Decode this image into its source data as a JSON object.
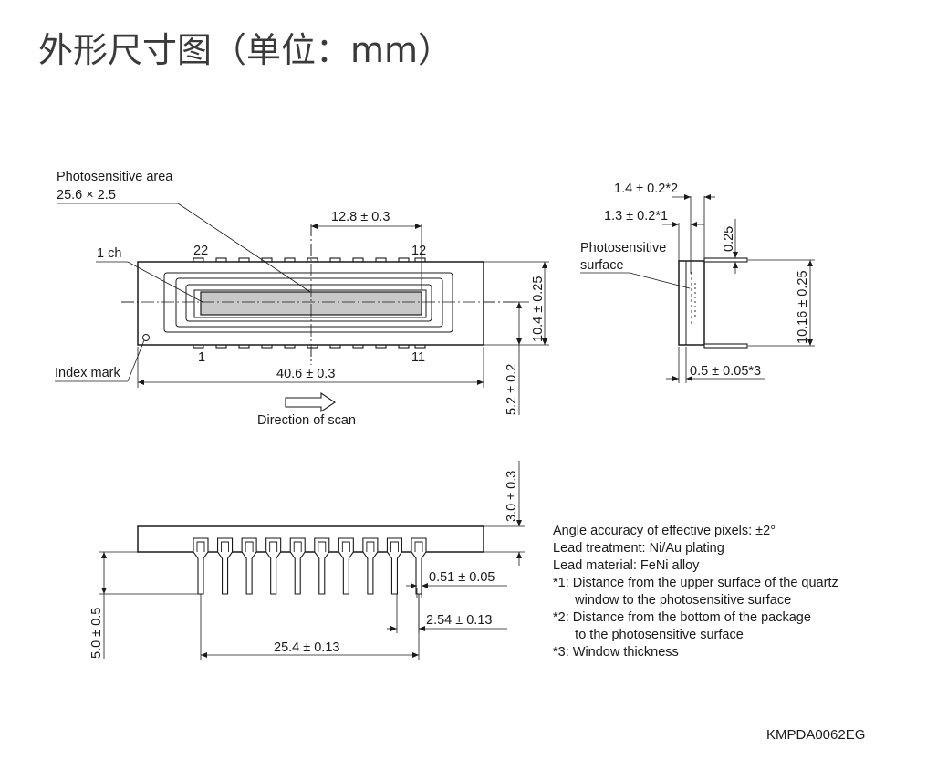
{
  "title": "外形尺寸图（单位：mm）",
  "top_view": {
    "photosensitive_area_label": "Photosensitive area",
    "photosensitive_area_size": "25.6 × 2.5",
    "ch1_label": "1 ch",
    "pin_22": "22",
    "pin_12": "12",
    "pin_1": "1",
    "pin_11": "11",
    "index_mark_label": "Index mark",
    "dim_half_width": "12.8 ± 0.3",
    "dim_width": "40.6 ± 0.3",
    "dim_height": "10.4 ± 0.25",
    "dim_offset": "5.2 ± 0.2",
    "direction_label": "Direction of scan"
  },
  "side_view": {
    "dim_upper": "1.4 ± 0.2*2",
    "dim_lower": "1.3 ± 0.2*1",
    "dim_lead": "0.25",
    "surface_label_1": "Photosensitive",
    "surface_label_2": "surface",
    "dim_height": "10.16 ± 0.25",
    "dim_window": "0.5 ± 0.05*3"
  },
  "front_view": {
    "dim_body": "3.0 ± 0.3",
    "dim_lead_length": "5.0 ± 0.5",
    "dim_lead_width": "0.51 ± 0.05",
    "dim_pitch": "2.54 ± 0.13",
    "dim_span": "25.4 ± 0.13",
    "pin_count": 10
  },
  "notes": [
    "Angle accuracy of effective pixels: ±2°",
    "Lead treatment: Ni/Au plating",
    "Lead material: FeNi alloy",
    "*1: Distance from the upper surface of the quartz",
    "      window to the photosensitive surface",
    "*2: Distance from the bottom of the package",
    "      to the photosensitive surface",
    "*3: Window thickness"
  ],
  "drawing_code": "KMPDA0062EG"
}
